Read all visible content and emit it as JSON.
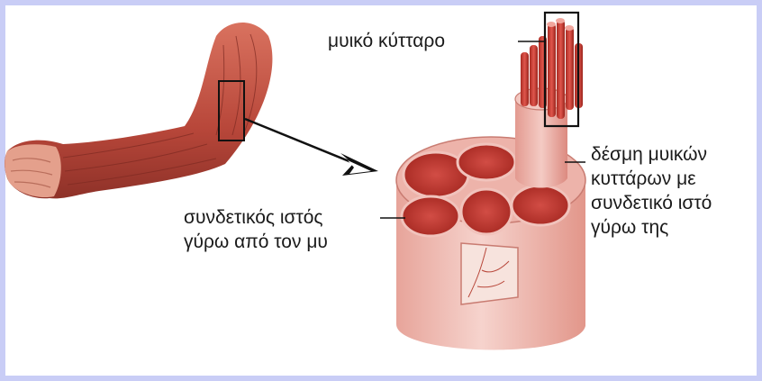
{
  "labels": {
    "muscle_cell": "μυικό κύτταρο",
    "bundle": [
      "δέσμη μυικών",
      "κυττάρων με",
      "συνδετικό ιστό",
      "γύρω της"
    ],
    "connective": [
      "συνδετικός ιστός",
      "γύρω από τον μυ"
    ]
  },
  "colors": {
    "page_border": "#c9cdf6",
    "background": "#ffffff",
    "muscle": "#c8564a",
    "tissue": "#f0b9b2",
    "text": "#1a1a1a"
  }
}
